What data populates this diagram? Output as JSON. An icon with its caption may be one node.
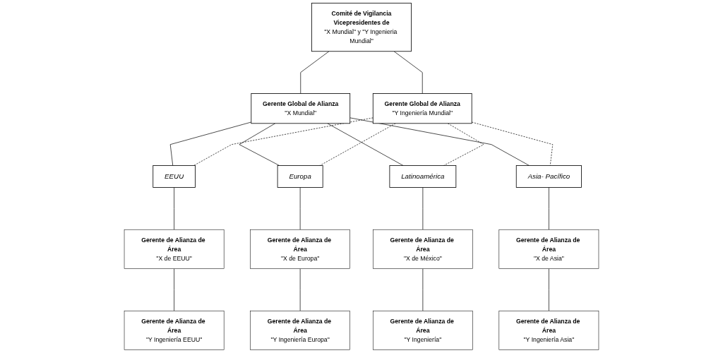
{
  "diagram": {
    "nodes": [
      {
        "text": [
          "Comité de Vigilancia",
          "Vicepresidentes de",
          "\"X Mundial\" y \"Y Ingenieria Mundial\""
        ]
      },
      {
        "text": [
          "Gerente Global de Alianza",
          "\"X Mundial\""
        ]
      },
      {
        "text": [
          "Gerente Global de Alianza",
          "\"Y Ingeniería Mundial\""
        ]
      },
      {
        "text": [
          "EEUU"
        ]
      },
      {
        "text": [
          "Europa"
        ]
      },
      {
        "text": [
          "Latinoamérica"
        ]
      },
      {
        "text": [
          "Asia- Pacífico"
        ]
      },
      {
        "text": [
          "Gerente de Alianza de Área",
          "\"X de EEUU\""
        ]
      },
      {
        "text": [
          "Gerente de Alianza de Área",
          "\"X de Europa\""
        ]
      },
      {
        "text": [
          "Gerente de Alianza de Área",
          "\"X de México\""
        ]
      },
      {
        "text": [
          "Gerente de Alianza de Área",
          "\"X de Asia\""
        ]
      },
      {
        "text": [
          "Gerente de Alianza de Área",
          "\"Y Ingeniería EEUU\""
        ]
      },
      {
        "text": [
          "Gerente de Alianza de Área",
          "\"Y Ingeniería Europa\""
        ]
      },
      {
        "text": [
          "Gerente de Alianza de Área",
          "\"Y Ingeniería\""
        ]
      },
      {
        "text": [
          "Gerente de Alianza de Área",
          "\"Y Ingeniería Asia\""
        ]
      }
    ],
    "edges": [
      {
        "from": 0,
        "to": 1,
        "arrow": "none"
      },
      {
        "from": 0,
        "to": 2,
        "arrow": "none"
      },
      {
        "from": 1,
        "to": 3,
        "arrow": "none"
      },
      {
        "from": 1,
        "to": 4,
        "arrow": "none"
      },
      {
        "from": 1,
        "to": 5,
        "arrow": "none"
      },
      {
        "from": 1,
        "to": 6,
        "arrow": "none"
      },
      {
        "from": 2,
        "to": 3,
        "arrow": "none",
        "style": "dashed"
      },
      {
        "from": 2,
        "to": 4,
        "arrow": "none",
        "style": "dashed"
      },
      {
        "from": 2,
        "to": 5,
        "arrow": "none",
        "style": "dashed"
      },
      {
        "from": 2,
        "to": 6,
        "arrow": "none",
        "style": "dashed"
      },
      {
        "from": 3,
        "to": 7,
        "arrow": "none"
      },
      {
        "from": 4,
        "to": 8,
        "arrow": "none"
      },
      {
        "from": 5,
        "to": 9,
        "arrow": "none"
      },
      {
        "from": 6,
        "to": 10,
        "arrow": "none"
      },
      {
        "from": 7,
        "to": 11,
        "arrow": "none"
      },
      {
        "from": 8,
        "to": 12,
        "arrow": "none"
      },
      {
        "from": 9,
        "to": 13,
        "arrow": "none"
      },
      {
        "from": 10,
        "to": 14,
        "arrow": "none"
      }
    ]
  }
}
